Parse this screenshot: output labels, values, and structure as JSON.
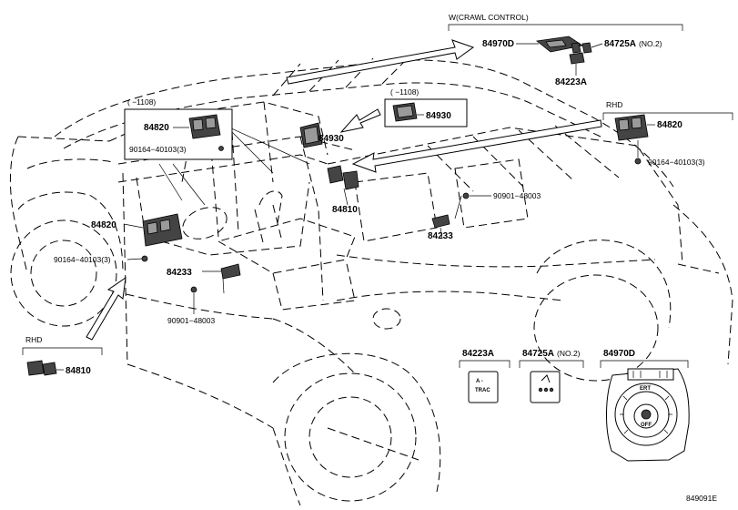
{
  "title": "849091E",
  "callouts": {
    "crawl_control_header": "W(CRAWL CONTROL)",
    "top_right_84970d": "84970D",
    "top_right_84725a": "84725A",
    "top_right_84725a_note": "(NO.2)",
    "top_right_84223a": "84223A",
    "box_left_range": "( −1108)",
    "box_left_84820": "84820",
    "box_left_screw": "90164−40103(3)",
    "box_mid_range": "( −1108)",
    "box_mid_84930": "84930",
    "rhd_top_header": "RHD",
    "rhd_top_84820": "84820",
    "rhd_top_screw": "90164−40103(3)",
    "center_84930": "84930",
    "center_84810": "84810",
    "center_clip": "90901−48003",
    "center_84233": "84233",
    "left_84820": "84820",
    "left_screw": "90164−40103(3)",
    "dash_84233": "84233",
    "dash_clip": "90901−48003",
    "rhd_bottom_header": "RHD",
    "rhd_bottom_84810": "84810"
  },
  "detail_panels": [
    {
      "label": "84223A",
      "note": "",
      "face_text_1": "A -",
      "face_text_2": "TRAC"
    },
    {
      "label": "84725A",
      "note": "(NO.2)",
      "face_text_1": "",
      "face_text_2": ""
    },
    {
      "label": "84970D",
      "note": "",
      "face_text_1": "",
      "face_text_2": ""
    }
  ],
  "dial_text": {
    "top": "ERT",
    "center": "OFF"
  }
}
